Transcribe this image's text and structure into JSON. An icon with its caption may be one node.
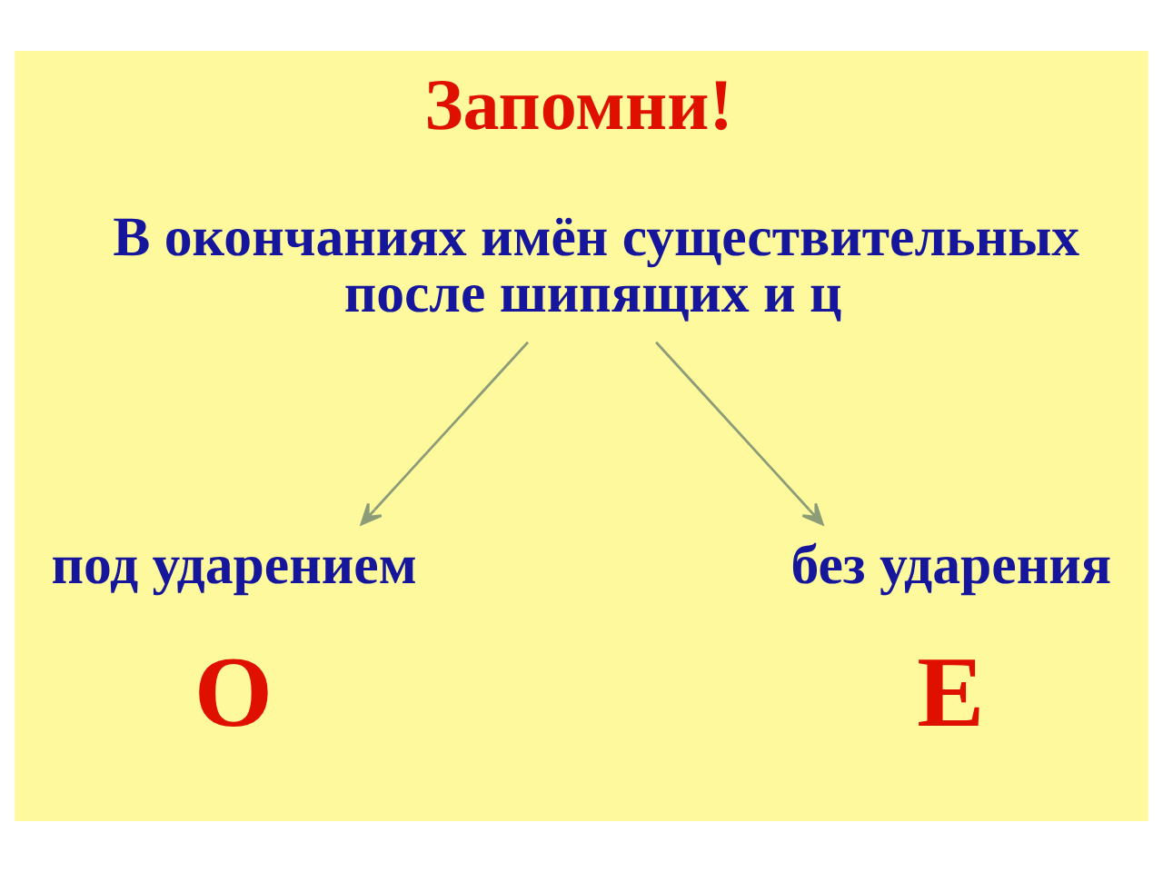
{
  "diagram": {
    "title": "Запомни!",
    "nodes": [
      {
        "text": [
          "В окончаниях имён существительных после шипящих и ц"
        ]
      },
      {
        "text": [
          "под ударением"
        ],
        "beside": [
          "О"
        ]
      },
      {
        "text": [
          "без ударения"
        ],
        "beside": [
          "Е"
        ]
      }
    ],
    "edges": [
      {
        "from": 0,
        "to": 1,
        "arrow": "to"
      },
      {
        "from": 0,
        "to": 2,
        "arrow": "to"
      }
    ]
  }
}
